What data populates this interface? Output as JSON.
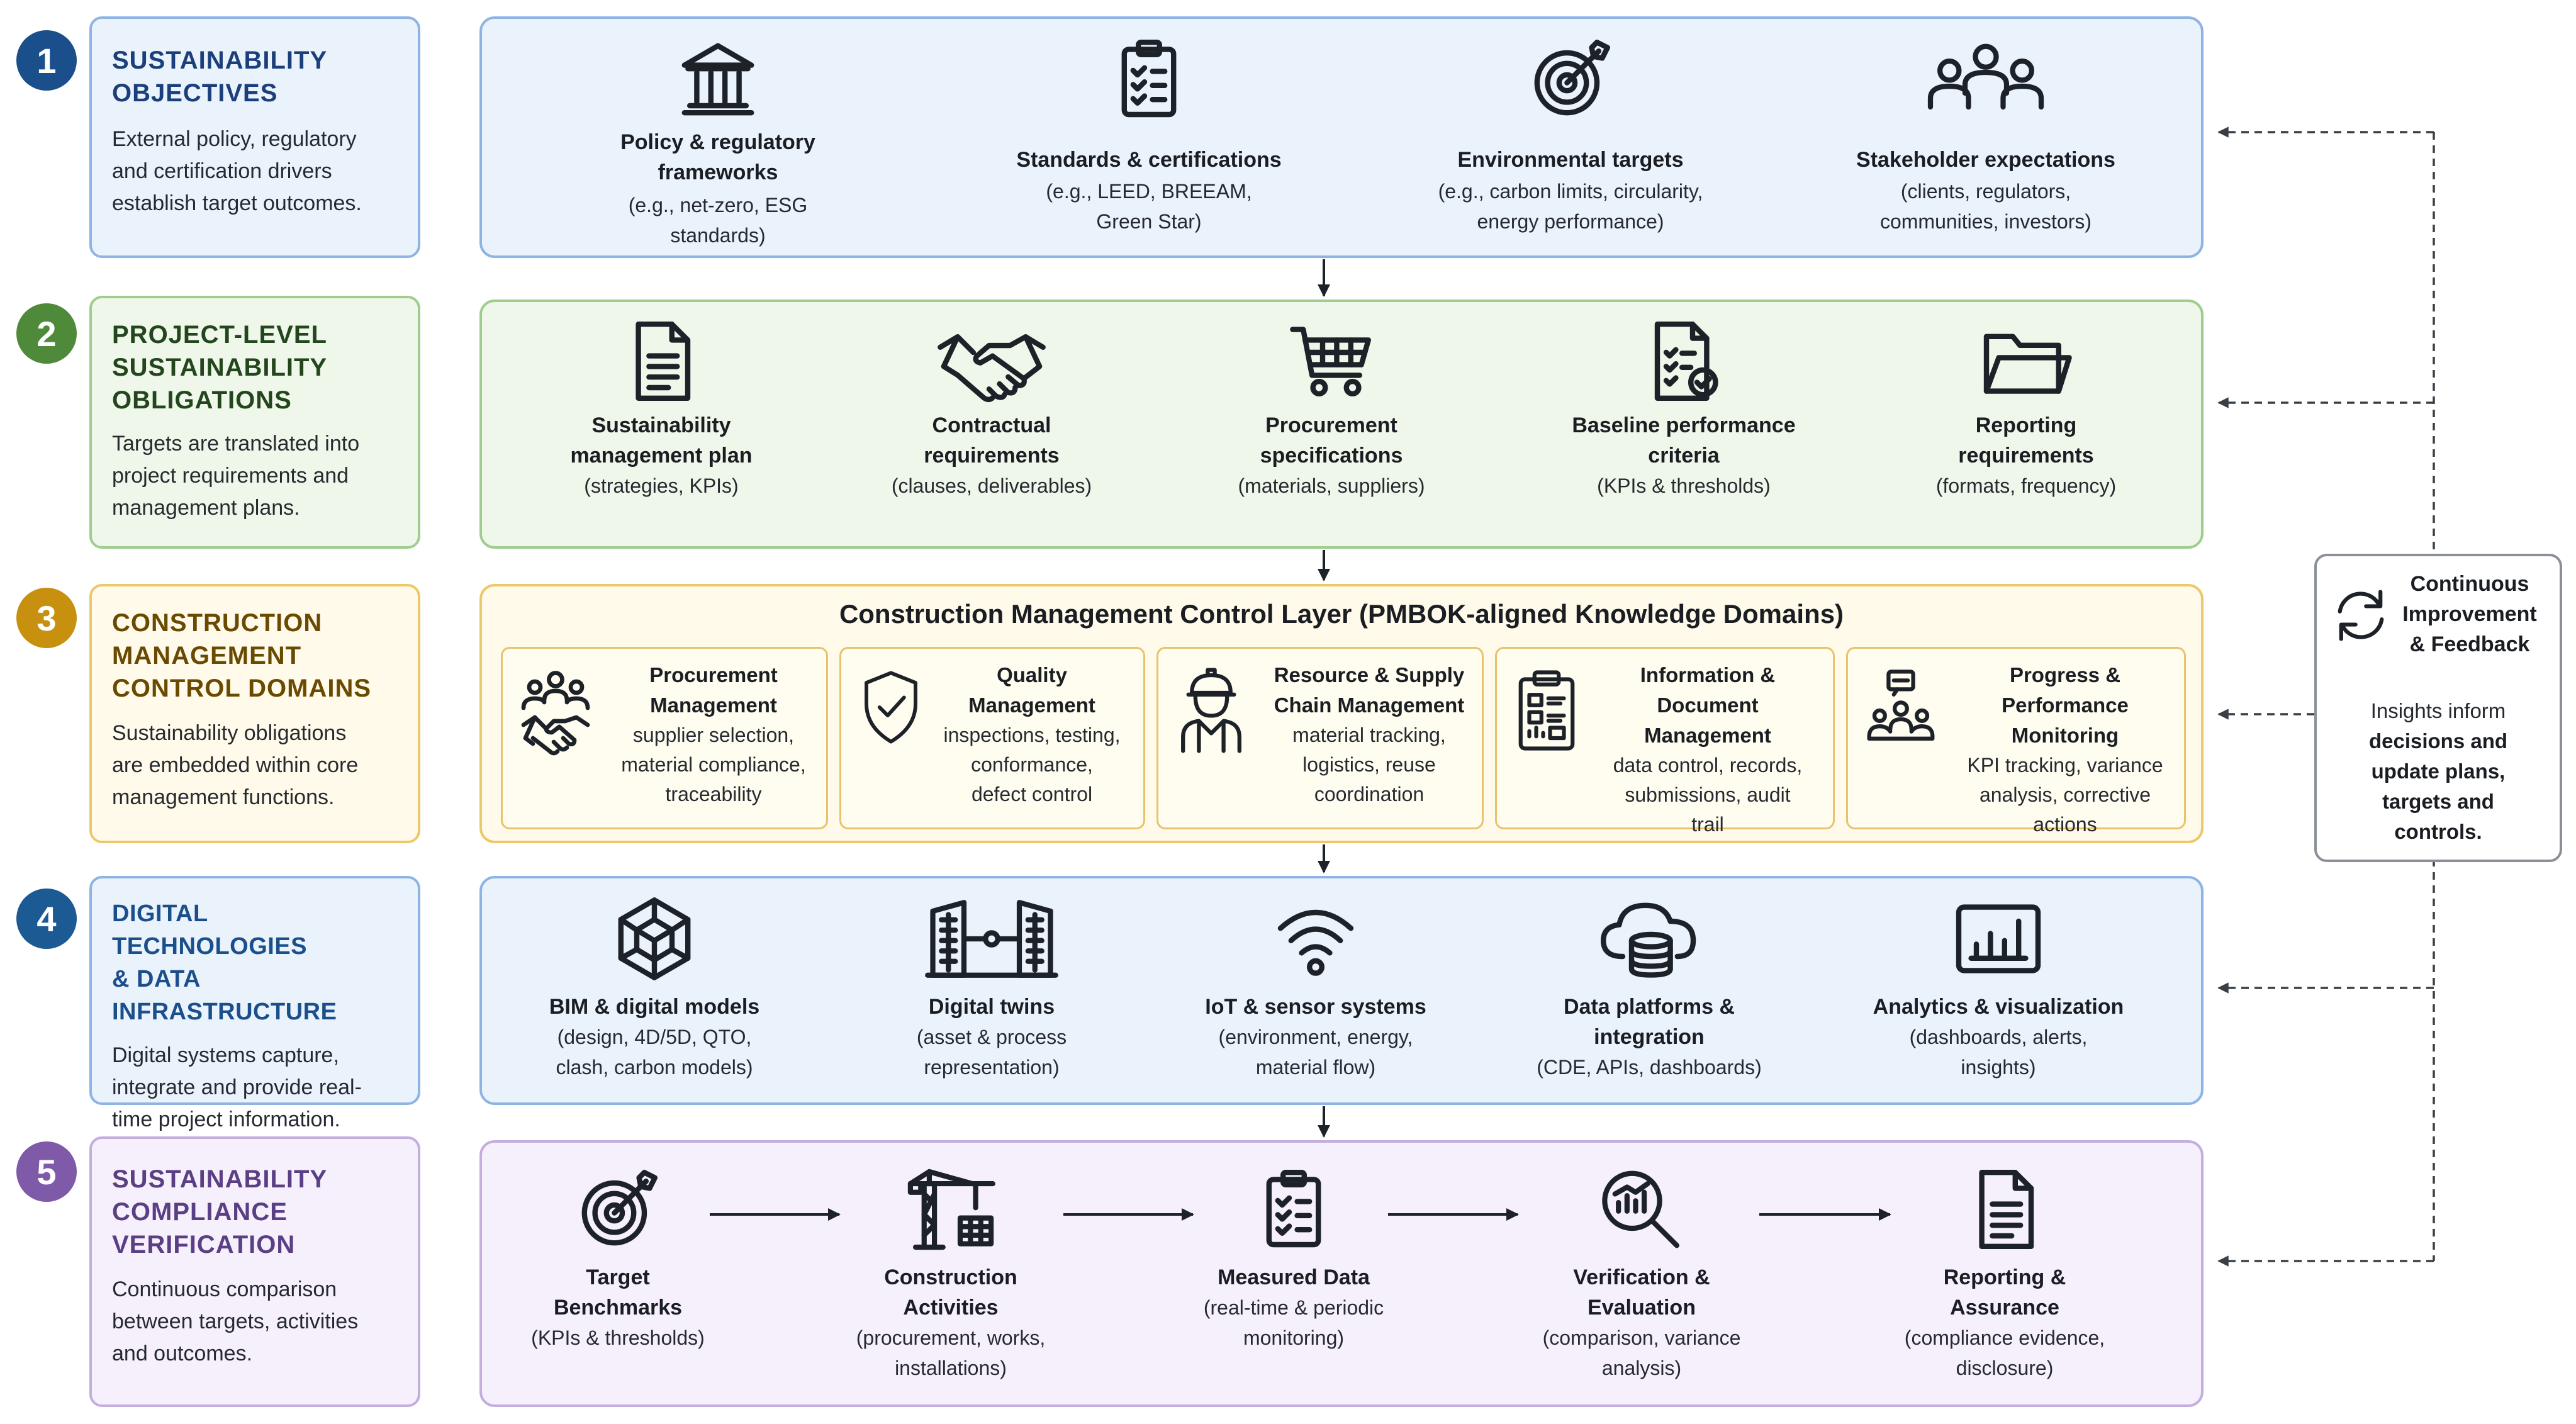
{
  "layers": [
    {
      "number": "1",
      "title": [
        "SUSTAINABILITY",
        "OBJECTIVES"
      ],
      "description": [
        "External policy, regulatory",
        "and certification drivers",
        "establish target outcomes."
      ],
      "items": [
        {
          "icon": "government-building-icon",
          "title": [
            "Policy & regulatory",
            "frameworks"
          ],
          "subtitle": [
            "(e.g., net-zero, ESG",
            "standards)"
          ]
        },
        {
          "icon": "checklist-clipboard-icon",
          "title": [
            "Standards & certifications"
          ],
          "subtitle": [
            "(e.g., LEED, BREEAM,",
            "Green Star)"
          ]
        },
        {
          "icon": "target-icon",
          "title": [
            "Environmental targets"
          ],
          "subtitle": [
            "(e.g., carbon limits, circularity,",
            "energy performance)"
          ]
        },
        {
          "icon": "people-group-icon",
          "title": [
            "Stakeholder expectations"
          ],
          "subtitle": [
            "(clients, regulators,",
            "communities, investors)"
          ]
        }
      ]
    },
    {
      "number": "2",
      "title": [
        "PROJECT-LEVEL",
        "SUSTAINABILITY",
        "OBLIGATIONS"
      ],
      "description": [
        "Targets are translated into",
        "project requirements and",
        "management plans."
      ],
      "items": [
        {
          "icon": "document-icon",
          "title": [
            "Sustainability",
            "management plan"
          ],
          "subtitle": [
            "(strategies, KPIs)"
          ]
        },
        {
          "icon": "handshake-icon",
          "title": [
            "Contractual",
            "requirements"
          ],
          "subtitle": [
            "(clauses, deliverables)"
          ]
        },
        {
          "icon": "shopping-cart-icon",
          "title": [
            "Procurement",
            "specifications"
          ],
          "subtitle": [
            "(materials, suppliers)"
          ]
        },
        {
          "icon": "checklist-document-icon",
          "title": [
            "Baseline performance",
            "criteria"
          ],
          "subtitle": [
            "(KPIs & thresholds)"
          ]
        },
        {
          "icon": "folder-icon",
          "title": [
            "Reporting",
            "requirements"
          ],
          "subtitle": [
            "(formats, frequency)"
          ]
        }
      ]
    },
    {
      "number": "3",
      "title": [
        "CONSTRUCTION",
        "MANAGEMENT",
        "CONTROL DOMAINS"
      ],
      "description": [
        "Sustainability obligations",
        "are embedded within core",
        "management functions."
      ],
      "heading": "Construction Management Control Layer (PMBOK-aligned Knowledge Domains)",
      "domains": [
        {
          "icon": "team-handshake-icon",
          "title": [
            "Procurement",
            "Management"
          ],
          "subtitle": [
            "supplier selection,",
            "material compliance,",
            "traceability"
          ]
        },
        {
          "icon": "shield-check-icon",
          "title": [
            "Quality",
            "Management"
          ],
          "subtitle": [
            "inspections, testing,",
            "conformance,",
            "defect control"
          ]
        },
        {
          "icon": "worker-icon",
          "title": [
            "Resource & Supply",
            "Chain Management"
          ],
          "subtitle": [
            "material tracking,",
            "logistics, reuse",
            "coordination"
          ]
        },
        {
          "icon": "clipboard-data-icon",
          "title": [
            "Information & Document",
            "Management"
          ],
          "subtitle": [
            "data control, records,",
            "submissions, audit",
            "trail"
          ]
        },
        {
          "icon": "team-monitor-icon",
          "title": [
            "Progress & Performance",
            "Monitoring"
          ],
          "subtitle": [
            "KPI tracking, variance",
            "analysis, corrective",
            "actions"
          ]
        }
      ]
    },
    {
      "number": "4",
      "title": [
        "DIGITAL TECHNOLOGIES",
        "& DATA INFRASTRUCTURE"
      ],
      "description": [
        "Digital systems capture,",
        "integrate and provide real-",
        "time project information."
      ],
      "items": [
        {
          "icon": "bim-cube-icon",
          "title": [
            "BIM & digital models"
          ],
          "subtitle": [
            "(design, 4D/5D, QTO,",
            "clash, carbon models)"
          ]
        },
        {
          "icon": "digital-twin-buildings-icon",
          "title": [
            "Digital twins"
          ],
          "subtitle": [
            "(asset & process",
            "representation)"
          ]
        },
        {
          "icon": "wireless-signal-icon",
          "title": [
            "IoT & sensor systems"
          ],
          "subtitle": [
            "(environment, energy,",
            "material flow)"
          ]
        },
        {
          "icon": "cloud-database-icon",
          "title": [
            "Data platforms &",
            "integration"
          ],
          "subtitle": [
            "(CDE, APIs, dashboards)"
          ]
        },
        {
          "icon": "bar-chart-monitor-icon",
          "title": [
            "Analytics & visualization"
          ],
          "subtitle": [
            "(dashboards, alerts,",
            "insights)"
          ]
        }
      ]
    },
    {
      "number": "5",
      "title": [
        "SUSTAINABILITY",
        "COMPLIANCE",
        "VERIFICATION"
      ],
      "description": [
        "Continuous comparison",
        "between targets, activities",
        "and outcomes."
      ],
      "items": [
        {
          "icon": "target-icon",
          "title": [
            "Target",
            "Benchmarks"
          ],
          "subtitle": [
            "(KPIs & thresholds)"
          ]
        },
        {
          "icon": "tower-crane-icon",
          "title": [
            "Construction",
            "Activities"
          ],
          "subtitle": [
            "(procurement, works,",
            "installations)"
          ]
        },
        {
          "icon": "checklist-clipboard-icon",
          "title": [
            "Measured Data"
          ],
          "subtitle": [
            "(real-time & periodic",
            "monitoring)"
          ]
        },
        {
          "icon": "magnifier-chart-icon",
          "title": [
            "Verification &",
            "Evaluation"
          ],
          "subtitle": [
            "(comparison, variance",
            "analysis)"
          ]
        },
        {
          "icon": "report-document-icon",
          "title": [
            "Reporting &",
            "Assurance"
          ],
          "subtitle": [
            "(compliance evidence,",
            "disclosure)"
          ]
        }
      ]
    }
  ],
  "feedback": {
    "icon": "refresh-cycle-icon",
    "title": [
      "Continuous",
      "Improvement",
      "& Feedback"
    ],
    "text": [
      "Insights inform"
    ],
    "text_bold": [
      "decisions and",
      "update plans,",
      "targets and",
      "controls."
    ]
  },
  "colors": {
    "layer1": {
      "number": "#1b4f8c",
      "title": "#1b3f7a",
      "border": "#8eb4e3",
      "fill": "#eaf2fc"
    },
    "layer2": {
      "number": "#4f8a3a",
      "title": "#23461c",
      "border": "#9fcd8f",
      "fill": "#eff7ea"
    },
    "layer3": {
      "number": "#c8900f",
      "title": "#6a4a00",
      "border": "#ecc86a",
      "fill": "#fffaea"
    },
    "layer4": {
      "number": "#1b5a92",
      "title": "#1b4f8c",
      "border": "#8eb4e3",
      "fill": "#eaf2fc"
    },
    "layer5": {
      "number": "#7e5aa8",
      "title": "#5b3f85",
      "border": "#c4addf",
      "fill": "#f5f0fb"
    }
  }
}
